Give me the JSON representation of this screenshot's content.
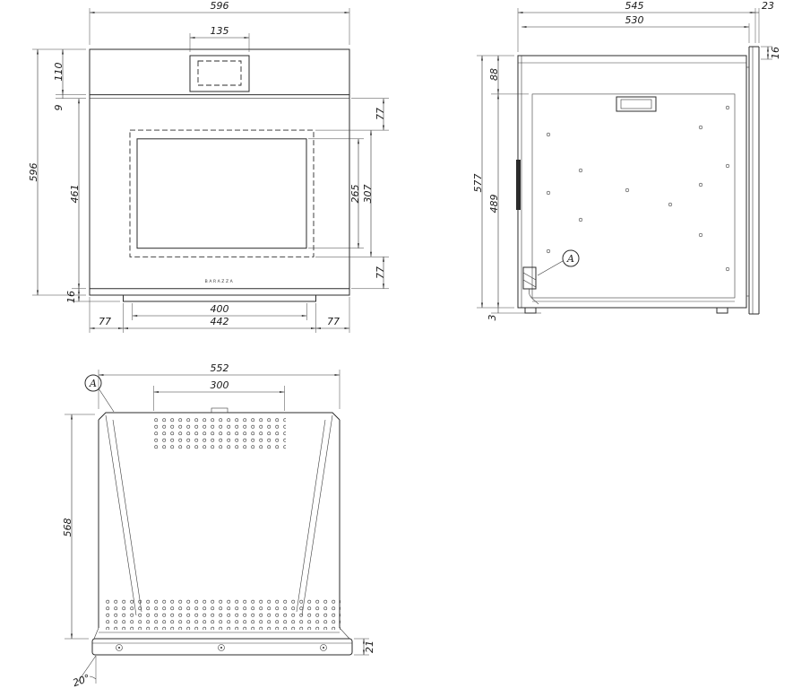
{
  "front_view": {
    "dims": {
      "overall_width": "596",
      "display_width": "135",
      "control_panel_height": "110",
      "trim_gap": "9",
      "overall_height": "596",
      "door_height": "461",
      "base_height": "16",
      "bottom_margin_left": "77",
      "opening_width": "400",
      "base_width": "442",
      "bottom_margin_right": "77",
      "window_top_offset": "77",
      "glass_height": "265",
      "window_height": "307",
      "window_bottom_offset": "77"
    },
    "brand_text": "BARAZZA"
  },
  "side_view": {
    "dims": {
      "overall_depth": "545",
      "door_thickness": "23",
      "body_depth": "530",
      "door_top_offset": "16",
      "top_section_height": "88",
      "overall_height": "577",
      "lower_section_height": "489",
      "foot_height": "3"
    },
    "detail_label": "A"
  },
  "rear_view": {
    "dims": {
      "overall_width": "552",
      "vent_width": "300",
      "overall_height": "568",
      "base_height": "21",
      "tilt_angle": "20°"
    },
    "detail_label": "A"
  }
}
